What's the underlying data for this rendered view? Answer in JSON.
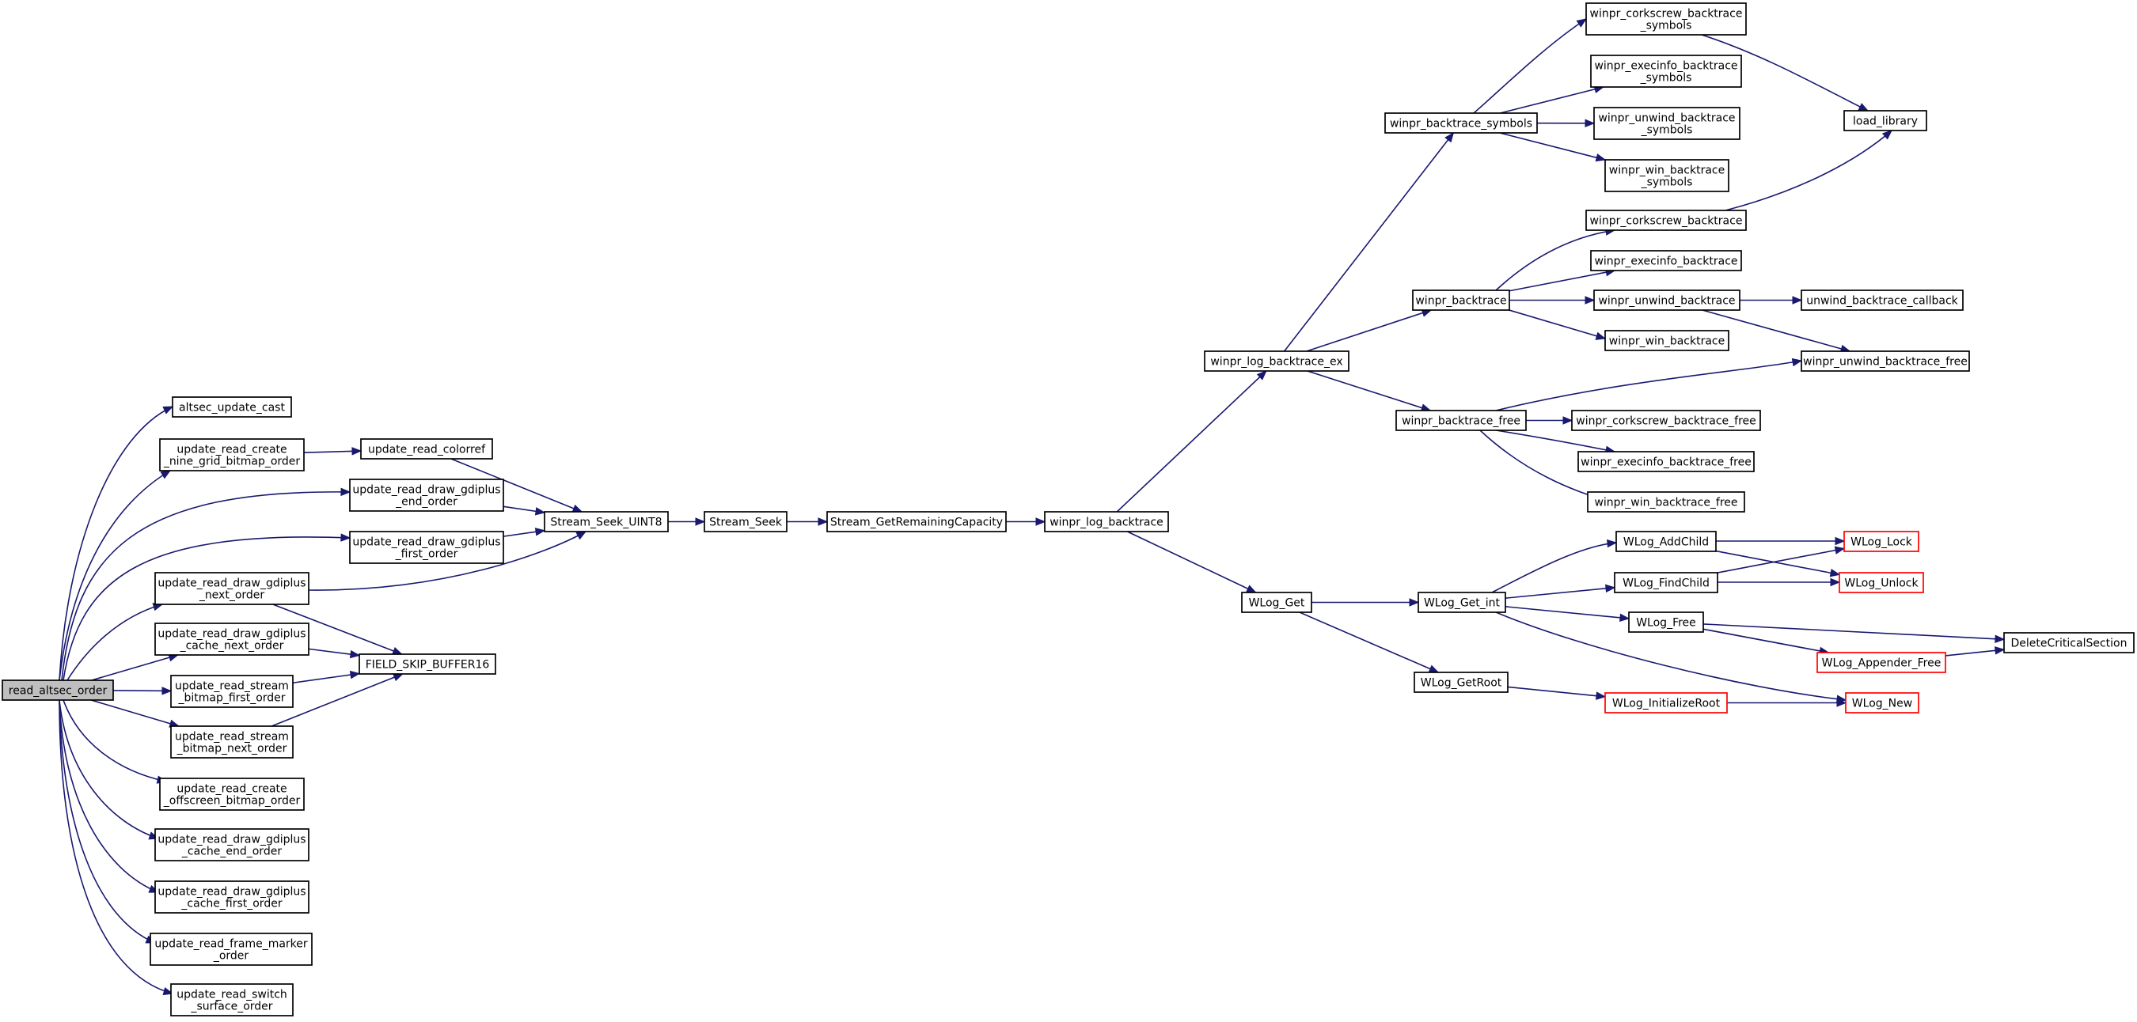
{
  "nodes": {
    "read_altsec_order": {
      "lines": [
        "read_altsec_order"
      ],
      "style": "root"
    },
    "altsec_update_cast": {
      "lines": [
        "altsec_update_cast"
      ]
    },
    "create_nine_grid": {
      "lines": [
        "update_read_create",
        "_nine_grid_bitmap_order"
      ]
    },
    "draw_gdiplus_end": {
      "lines": [
        "update_read_draw_gdiplus",
        "_end_order"
      ]
    },
    "draw_gdiplus_first": {
      "lines": [
        "update_read_draw_gdiplus",
        "_first_order"
      ]
    },
    "draw_gdiplus_next": {
      "lines": [
        "update_read_draw_gdiplus",
        "_next_order"
      ]
    },
    "draw_gdiplus_cache_next": {
      "lines": [
        "update_read_draw_gdiplus",
        "_cache_next_order"
      ]
    },
    "stream_bitmap_first": {
      "lines": [
        "update_read_stream",
        "_bitmap_first_order"
      ]
    },
    "stream_bitmap_next": {
      "lines": [
        "update_read_stream",
        "_bitmap_next_order"
      ]
    },
    "create_offscreen": {
      "lines": [
        "update_read_create",
        "_offscreen_bitmap_order"
      ]
    },
    "draw_gdiplus_cache_end": {
      "lines": [
        "update_read_draw_gdiplus",
        "_cache_end_order"
      ]
    },
    "draw_gdiplus_cache_first": {
      "lines": [
        "update_read_draw_gdiplus",
        "_cache_first_order"
      ]
    },
    "frame_marker": {
      "lines": [
        "update_read_frame_marker",
        "_order"
      ]
    },
    "switch_surface": {
      "lines": [
        "update_read_switch",
        "_surface_order"
      ]
    },
    "read_colorref": {
      "lines": [
        "update_read_colorref"
      ]
    },
    "Stream_Seek_UINT8": {
      "lines": [
        "Stream_Seek_UINT8"
      ]
    },
    "FIELD_SKIP_BUFFER16": {
      "lines": [
        "FIELD_SKIP_BUFFER16"
      ]
    },
    "Stream_Seek": {
      "lines": [
        "Stream_Seek"
      ]
    },
    "Stream_GetRemainingCapacity": {
      "lines": [
        "Stream_GetRemainingCapacity"
      ]
    },
    "winpr_log_backtrace": {
      "lines": [
        "winpr_log_backtrace"
      ]
    },
    "winpr_log_backtrace_ex": {
      "lines": [
        "winpr_log_backtrace_ex"
      ]
    },
    "WLog_Get": {
      "lines": [
        "WLog_Get"
      ]
    },
    "winpr_backtrace_symbols": {
      "lines": [
        "winpr_backtrace_symbols"
      ]
    },
    "winpr_backtrace": {
      "lines": [
        "winpr_backtrace"
      ]
    },
    "winpr_backtrace_free": {
      "lines": [
        "winpr_backtrace_free"
      ]
    },
    "WLog_Get_int": {
      "lines": [
        "WLog_Get_int"
      ]
    },
    "WLog_GetRoot": {
      "lines": [
        "WLog_GetRoot"
      ]
    },
    "corkscrew_symbols": {
      "lines": [
        "winpr_corkscrew_backtrace",
        "_symbols"
      ]
    },
    "execinfo_symbols": {
      "lines": [
        "winpr_execinfo_backtrace",
        "_symbols"
      ]
    },
    "unwind_symbols": {
      "lines": [
        "winpr_unwind_backtrace",
        "_symbols"
      ]
    },
    "win_symbols": {
      "lines": [
        "winpr_win_backtrace",
        "_symbols"
      ]
    },
    "winpr_corkscrew_backtrace": {
      "lines": [
        "winpr_corkscrew_backtrace"
      ]
    },
    "winpr_execinfo_backtrace": {
      "lines": [
        "winpr_execinfo_backtrace"
      ]
    },
    "winpr_unwind_backtrace": {
      "lines": [
        "winpr_unwind_backtrace"
      ]
    },
    "winpr_win_backtrace": {
      "lines": [
        "winpr_win_backtrace"
      ]
    },
    "winpr_corkscrew_backtrace_free": {
      "lines": [
        "winpr_corkscrew_backtrace_free"
      ]
    },
    "winpr_execinfo_backtrace_free": {
      "lines": [
        "winpr_execinfo_backtrace_free"
      ]
    },
    "winpr_win_backtrace_free": {
      "lines": [
        "winpr_win_backtrace_free"
      ]
    },
    "WLog_AddChild": {
      "lines": [
        "WLog_AddChild"
      ]
    },
    "WLog_FindChild": {
      "lines": [
        "WLog_FindChild"
      ]
    },
    "WLog_Free": {
      "lines": [
        "WLog_Free"
      ]
    },
    "WLog_InitializeRoot": {
      "lines": [
        "WLog_InitializeRoot"
      ],
      "style": "red"
    },
    "load_library": {
      "lines": [
        "load_library"
      ]
    },
    "unwind_backtrace_callback": {
      "lines": [
        "unwind_backtrace_callback"
      ]
    },
    "winpr_unwind_backtrace_free": {
      "lines": [
        "winpr_unwind_backtrace_free"
      ]
    },
    "WLog_Lock": {
      "lines": [
        "WLog_Lock"
      ],
      "style": "red"
    },
    "WLog_Unlock": {
      "lines": [
        "WLog_Unlock"
      ],
      "style": "red"
    },
    "WLog_Appender_Free": {
      "lines": [
        "WLog_Appender_Free"
      ],
      "style": "red"
    },
    "WLog_New": {
      "lines": [
        "WLog_New"
      ],
      "style": "red"
    },
    "DeleteCriticalSection": {
      "lines": [
        "DeleteCriticalSection"
      ]
    }
  },
  "edges": [
    [
      "read_altsec_order",
      "altsec_update_cast"
    ],
    [
      "read_altsec_order",
      "create_nine_grid"
    ],
    [
      "read_altsec_order",
      "draw_gdiplus_end"
    ],
    [
      "read_altsec_order",
      "draw_gdiplus_first"
    ],
    [
      "read_altsec_order",
      "draw_gdiplus_next"
    ],
    [
      "read_altsec_order",
      "draw_gdiplus_cache_next"
    ],
    [
      "read_altsec_order",
      "stream_bitmap_first"
    ],
    [
      "read_altsec_order",
      "stream_bitmap_next"
    ],
    [
      "read_altsec_order",
      "create_offscreen"
    ],
    [
      "read_altsec_order",
      "draw_gdiplus_cache_end"
    ],
    [
      "read_altsec_order",
      "draw_gdiplus_cache_first"
    ],
    [
      "read_altsec_order",
      "frame_marker"
    ],
    [
      "read_altsec_order",
      "switch_surface"
    ],
    [
      "create_nine_grid",
      "read_colorref"
    ],
    [
      "read_colorref",
      "Stream_Seek_UINT8"
    ],
    [
      "draw_gdiplus_end",
      "Stream_Seek_UINT8"
    ],
    [
      "draw_gdiplus_first",
      "Stream_Seek_UINT8"
    ],
    [
      "draw_gdiplus_next",
      "Stream_Seek_UINT8"
    ],
    [
      "draw_gdiplus_next",
      "FIELD_SKIP_BUFFER16"
    ],
    [
      "draw_gdiplus_cache_next",
      "FIELD_SKIP_BUFFER16"
    ],
    [
      "stream_bitmap_first",
      "FIELD_SKIP_BUFFER16"
    ],
    [
      "stream_bitmap_next",
      "FIELD_SKIP_BUFFER16"
    ],
    [
      "Stream_Seek_UINT8",
      "Stream_Seek"
    ],
    [
      "Stream_Seek",
      "Stream_GetRemainingCapacity"
    ],
    [
      "Stream_GetRemainingCapacity",
      "winpr_log_backtrace"
    ],
    [
      "winpr_log_backtrace",
      "winpr_log_backtrace_ex"
    ],
    [
      "winpr_log_backtrace",
      "WLog_Get"
    ],
    [
      "winpr_log_backtrace_ex",
      "winpr_backtrace_symbols"
    ],
    [
      "winpr_log_backtrace_ex",
      "winpr_backtrace"
    ],
    [
      "winpr_log_backtrace_ex",
      "winpr_backtrace_free"
    ],
    [
      "winpr_backtrace_symbols",
      "corkscrew_symbols"
    ],
    [
      "winpr_backtrace_symbols",
      "execinfo_symbols"
    ],
    [
      "winpr_backtrace_symbols",
      "unwind_symbols"
    ],
    [
      "winpr_backtrace_symbols",
      "win_symbols"
    ],
    [
      "corkscrew_symbols",
      "load_library"
    ],
    [
      "winpr_backtrace",
      "winpr_corkscrew_backtrace"
    ],
    [
      "winpr_backtrace",
      "winpr_execinfo_backtrace"
    ],
    [
      "winpr_backtrace",
      "winpr_unwind_backtrace"
    ],
    [
      "winpr_backtrace",
      "winpr_win_backtrace"
    ],
    [
      "winpr_corkscrew_backtrace",
      "load_library"
    ],
    [
      "winpr_unwind_backtrace",
      "unwind_backtrace_callback"
    ],
    [
      "winpr_unwind_backtrace",
      "winpr_unwind_backtrace_free"
    ],
    [
      "winpr_backtrace_free",
      "winpr_unwind_backtrace_free"
    ],
    [
      "winpr_backtrace_free",
      "winpr_corkscrew_backtrace_free"
    ],
    [
      "winpr_backtrace_free",
      "winpr_execinfo_backtrace_free"
    ],
    [
      "winpr_backtrace_free",
      "winpr_win_backtrace_free"
    ],
    [
      "WLog_Get",
      "WLog_Get_int"
    ],
    [
      "WLog_Get",
      "WLog_GetRoot"
    ],
    [
      "WLog_Get_int",
      "WLog_AddChild"
    ],
    [
      "WLog_Get_int",
      "WLog_FindChild"
    ],
    [
      "WLog_Get_int",
      "WLog_Free"
    ],
    [
      "WLog_Get_int",
      "WLog_New"
    ],
    [
      "WLog_AddChild",
      "WLog_Lock"
    ],
    [
      "WLog_AddChild",
      "WLog_Unlock"
    ],
    [
      "WLog_FindChild",
      "WLog_Lock"
    ],
    [
      "WLog_FindChild",
      "WLog_Unlock"
    ],
    [
      "WLog_Free",
      "WLog_Appender_Free"
    ],
    [
      "WLog_Free",
      "DeleteCriticalSection"
    ],
    [
      "WLog_Appender_Free",
      "DeleteCriticalSection"
    ],
    [
      "WLog_GetRoot",
      "WLog_InitializeRoot"
    ],
    [
      "WLog_InitializeRoot",
      "WLog_New"
    ]
  ],
  "colors": {
    "edge": "#191970",
    "root_fill": "#bfbfbf",
    "external_border": "#ff0000"
  }
}
